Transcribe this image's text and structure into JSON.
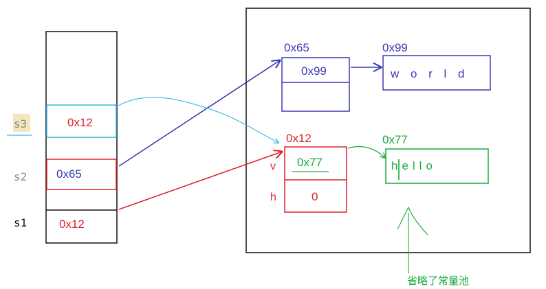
{
  "stack": {
    "labels": {
      "s3": "s3",
      "s2": "s2",
      "s1": "s1"
    },
    "cells": {
      "s3": "0x12",
      "s2": "0x65",
      "s1": "0x12"
    }
  },
  "heap": {
    "obj_65": {
      "address": "0x65",
      "field_value": "0x99"
    },
    "str_99": {
      "address": "0x99",
      "text": "w o r l d"
    },
    "obj_12": {
      "address": "0x12",
      "field_v_label": "v",
      "field_v_value": "0x77",
      "field_h_label": "h",
      "field_h_value": "0"
    },
    "str_77": {
      "address": "0x77",
      "text": "hello"
    }
  },
  "annotation": {
    "text": "省略了常量池"
  },
  "colors": {
    "blue": "#3a3ab4",
    "red": "#e0202a",
    "green": "#1aaa3c",
    "cyan": "#3ab3e6",
    "black": "#111111",
    "gray": "#888888",
    "highlight": "#f3e6bf"
  }
}
